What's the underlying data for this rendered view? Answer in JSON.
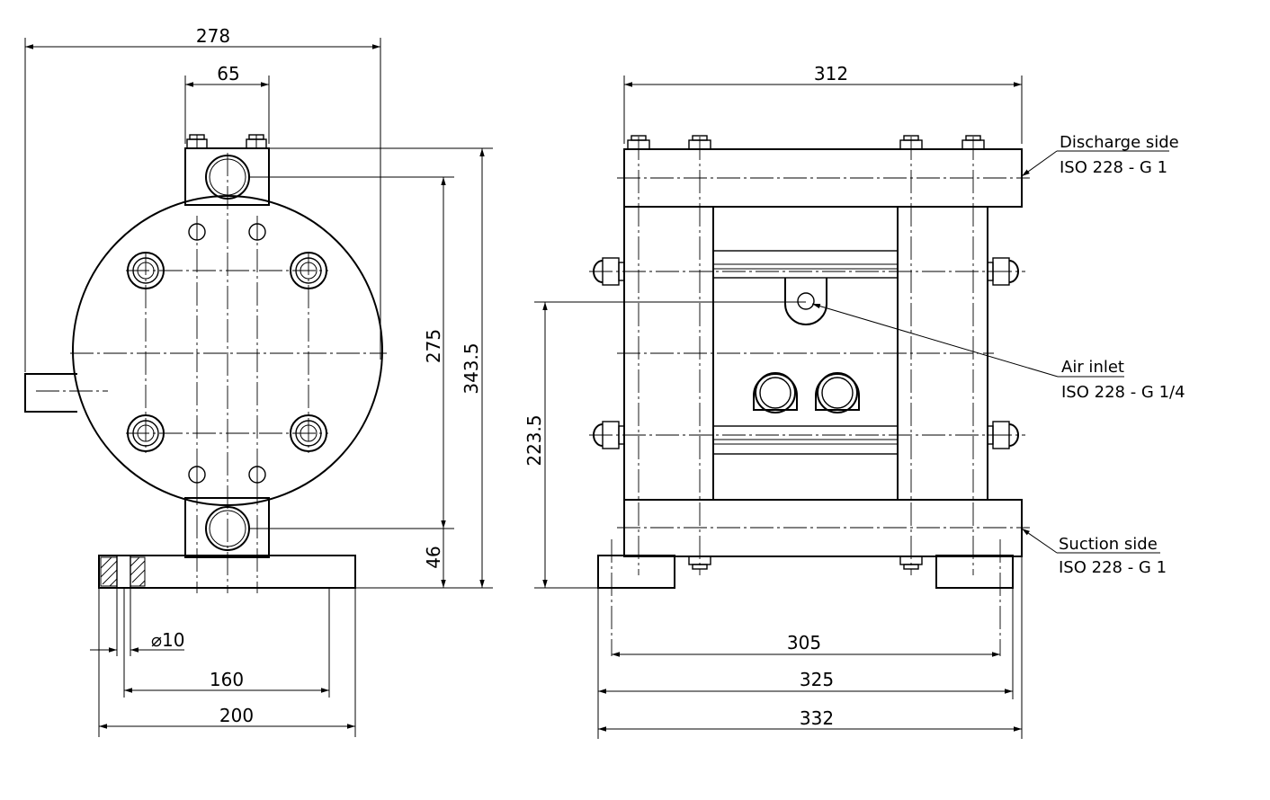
{
  "dimensions": {
    "overall_width_left": "278",
    "port_spacing": "65",
    "center_height": "275",
    "overall_height": "343.5",
    "base_height": "46",
    "hole_diameter": "⌀10",
    "base_hole_spacing": "160",
    "base_width_left": "200",
    "top_width": "312",
    "air_inlet_height": "223.5",
    "foot_spacing_1": "305",
    "foot_spacing_2": "325",
    "overall_width_right": "332"
  },
  "callouts": {
    "discharge_title": "Discharge side",
    "discharge_spec": "ISO 228 - G 1",
    "air_title": "Air inlet",
    "air_spec": "ISO 228 - G 1/4",
    "suction_title": "Suction side",
    "suction_spec": "ISO 228 - G 1"
  }
}
